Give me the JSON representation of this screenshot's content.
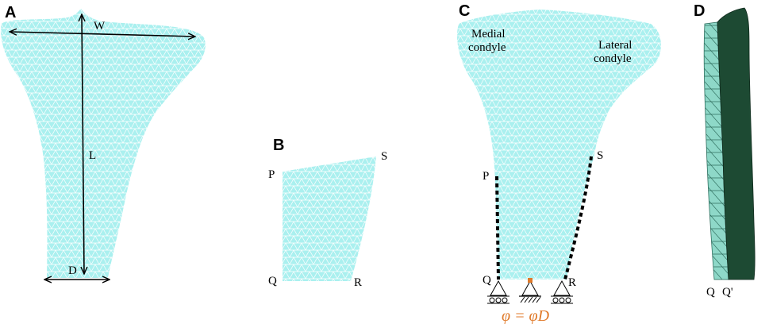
{
  "panels": {
    "a": {
      "letter": "A",
      "dim_width": "W",
      "dim_length": "L",
      "dim_depth": "D"
    },
    "b": {
      "letter": "B",
      "point_p": "P",
      "point_s": "S",
      "point_q": "Q",
      "point_r": "R"
    },
    "c": {
      "letter": "C",
      "medial_line1": "Medial",
      "medial_line2": "condyle",
      "lateral_line1": "Lateral",
      "lateral_line2": "condyle",
      "point_p": "P",
      "point_s": "S",
      "point_q": "Q",
      "point_r": "R",
      "boundary_condition": "φ = φD"
    },
    "d": {
      "letter": "D",
      "point_q": "Q",
      "point_q_prime": "Q'"
    }
  },
  "colors": {
    "mesh_fill": "#aaf0ef",
    "mesh_lines": "#ffffff",
    "dark_surface": "#1d4a33",
    "side_surface": "#8ed8c8",
    "boundary_dash": "#000000",
    "ground_node": "#e07a2a"
  }
}
